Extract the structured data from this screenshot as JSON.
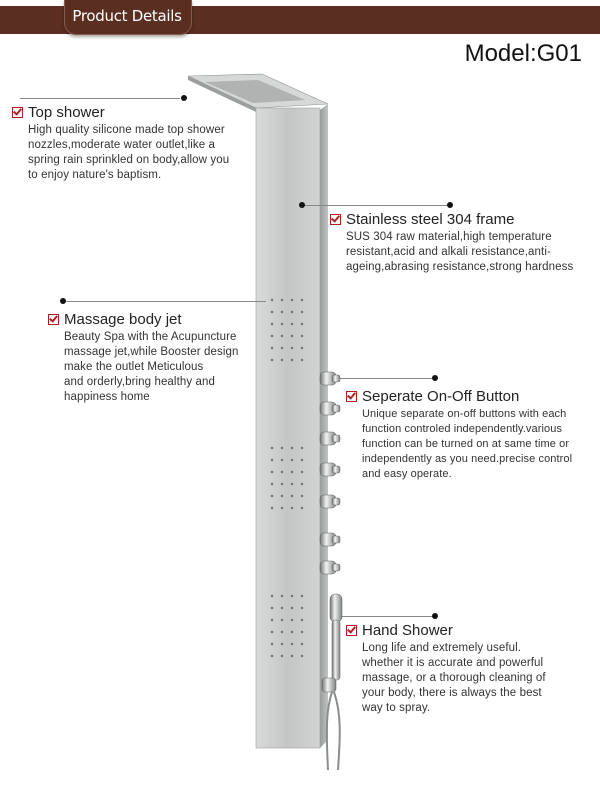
{
  "header": {
    "title": "Product Details"
  },
  "model": "Model:G01",
  "features": [
    {
      "key": "top-shower",
      "title": "Top shower",
      "desc": [
        "High quality silicone made top shower",
        "nozzles,moderate water outlet,like a",
        "spring rain sprinkled on body,allow you",
        "to enjoy nature's baptism."
      ]
    },
    {
      "key": "stainless-frame",
      "title": "Stainless steel 304 frame",
      "desc": [
        "SUS 304 raw material,high temperature",
        "resistant,acid and alkali resistance,anti-",
        "ageing,abrasing resistance,strong hardness"
      ]
    },
    {
      "key": "massage-jet",
      "title": "Massage body jet",
      "desc": [
        "Beauty Spa with the Acupuncture",
        "massage jet,while Booster design",
        "make the outlet Meticulous",
        "and orderly,bring healthy and",
        "happiness home"
      ]
    },
    {
      "key": "on-off-button",
      "title": "Seperate On-Off Button",
      "desc": [
        "Unique separate on-off buttons with each",
        "function controled independently.various",
        "function can be turned on at same time or",
        "independently as you need.precise control",
        "and easy operate."
      ]
    },
    {
      "key": "hand-shower",
      "title": "Hand Shower",
      "desc": [
        "Long life and extremely useful.",
        "whether it is accurate and powerful",
        "massage, or a thorough cleaning of",
        "your body, there is always the best",
        "way to spray."
      ]
    }
  ],
  "colors": {
    "header": "#5a2f22",
    "check": "#b02020",
    "steel": "#c8c9c9"
  }
}
